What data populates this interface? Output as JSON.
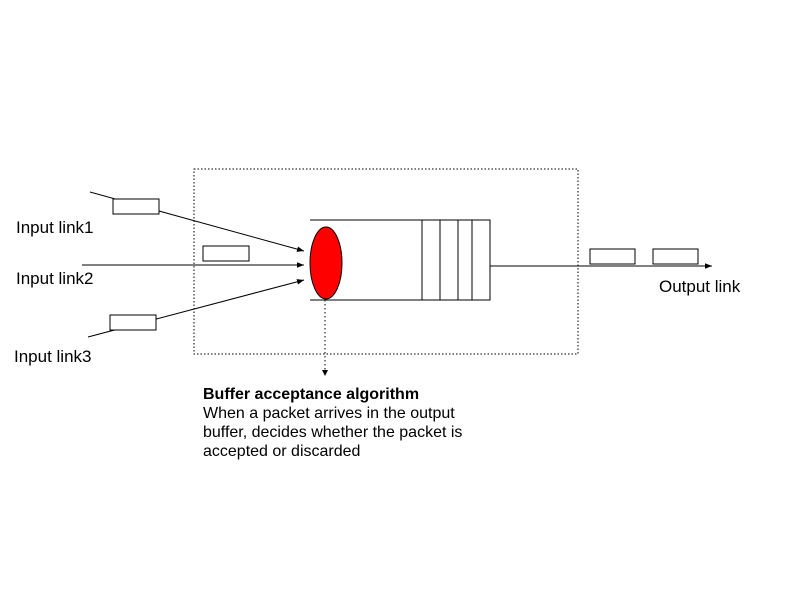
{
  "labels": {
    "input1": "Input link1",
    "input2": "Input link2",
    "input3": "Input link3",
    "output": "Output link"
  },
  "caption": {
    "title": "Buffer acceptance algorithm",
    "body": "When a packet arrives in the output\nbuffer, decides whether the packet is\naccepted or discarded"
  },
  "colors": {
    "acceptance_point": "#ff0000",
    "stroke": "#000000"
  }
}
